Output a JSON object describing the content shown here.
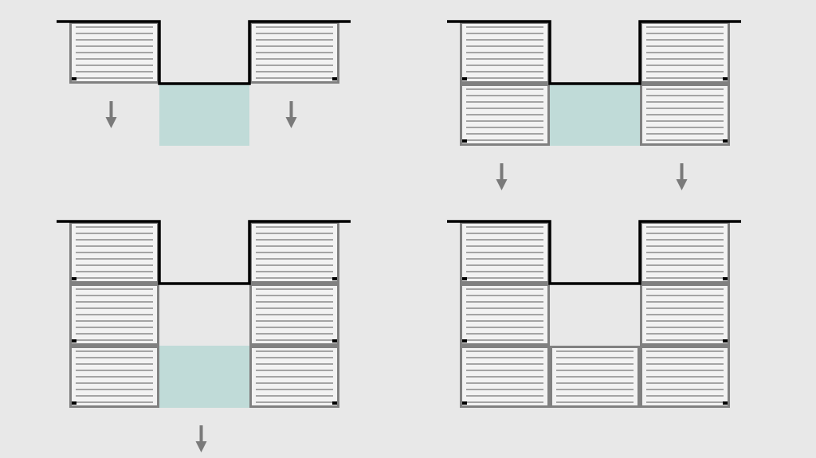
{
  "colors": {
    "background": "#e8e8e8",
    "panel_fill": "#f2f2f2",
    "panel_border": "#808080",
    "panel_lines": "#8a8a8a",
    "wall": "#000000",
    "courtyard": "#c0dbd8",
    "arrow": "#7a7a7a",
    "corner_marker": "#000000"
  },
  "icons": {
    "panel": "prefab-module-icon",
    "arrow": "arrow-down-icon"
  },
  "stages": [
    {
      "name": "stage-1",
      "modules": [
        {
          "col": 0,
          "row": 0,
          "marker": "bottom-left"
        },
        {
          "col": 2,
          "row": 0,
          "marker": "bottom-right"
        }
      ],
      "courtyard": {
        "col": 1,
        "row": 0
      },
      "arrows": [
        {
          "col": 0,
          "row": 0
        },
        {
          "col": 2,
          "row": 0
        }
      ]
    },
    {
      "name": "stage-2",
      "modules": [
        {
          "col": 0,
          "row": 0,
          "marker": "bottom-left"
        },
        {
          "col": 2,
          "row": 0,
          "marker": "bottom-right"
        },
        {
          "col": 0,
          "row": 1,
          "marker": "bottom-left"
        },
        {
          "col": 2,
          "row": 1,
          "marker": "bottom-right"
        }
      ],
      "courtyard": {
        "col": 1,
        "row": 0
      },
      "arrows": [
        {
          "col": 0,
          "row": 1
        },
        {
          "col": 2,
          "row": 1
        }
      ]
    },
    {
      "name": "stage-3",
      "modules": [
        {
          "col": 0,
          "row": 0,
          "marker": "bottom-left"
        },
        {
          "col": 2,
          "row": 0,
          "marker": "bottom-right"
        },
        {
          "col": 0,
          "row": 1,
          "marker": "bottom-left"
        },
        {
          "col": 2,
          "row": 1,
          "marker": "bottom-right"
        },
        {
          "col": 0,
          "row": 2,
          "marker": "bottom-left"
        },
        {
          "col": 2,
          "row": 2,
          "marker": "bottom-right"
        }
      ],
      "courtyard": {
        "col": 1,
        "row": 1
      },
      "arrows": [
        {
          "col": 1,
          "row": 2
        }
      ]
    },
    {
      "name": "stage-4",
      "modules": [
        {
          "col": 0,
          "row": 0,
          "marker": "bottom-left"
        },
        {
          "col": 2,
          "row": 0,
          "marker": "bottom-right"
        },
        {
          "col": 0,
          "row": 1,
          "marker": "bottom-left"
        },
        {
          "col": 2,
          "row": 1,
          "marker": "bottom-right"
        },
        {
          "col": 0,
          "row": 2,
          "marker": "bottom-left"
        },
        {
          "col": 1,
          "row": 2,
          "marker": "none"
        },
        {
          "col": 2,
          "row": 2,
          "marker": "bottom-right"
        }
      ],
      "courtyard": {
        "col": 1,
        "row": 1
      },
      "arrows": []
    }
  ]
}
